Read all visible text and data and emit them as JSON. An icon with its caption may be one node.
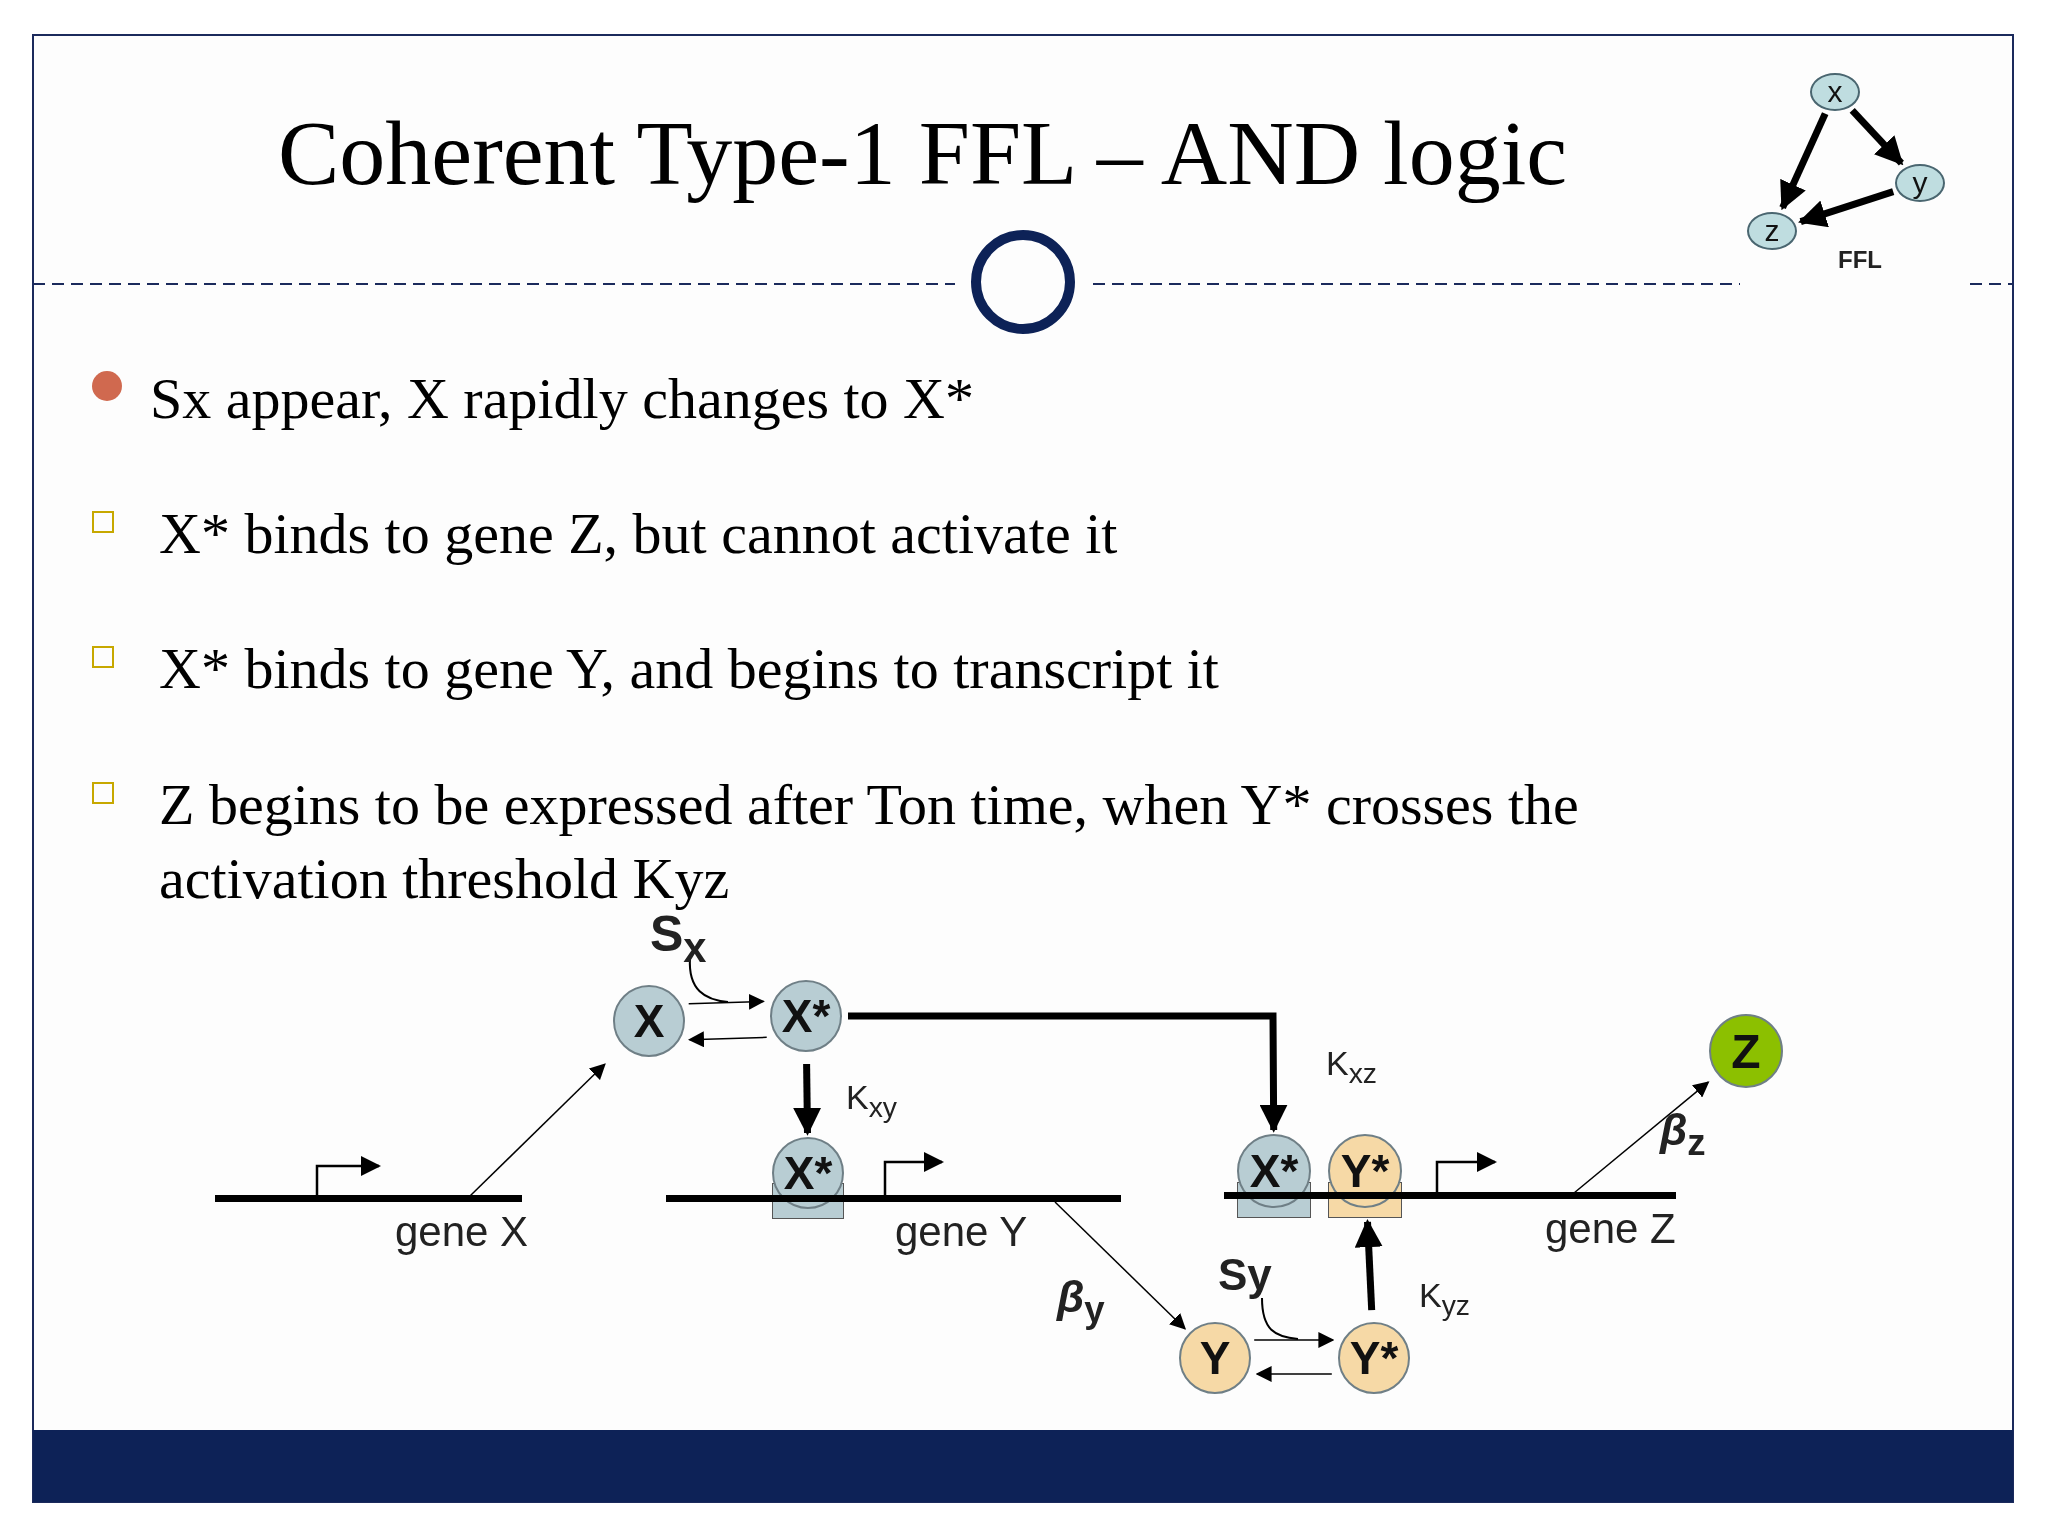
{
  "diagram": {
    "title": "Coherent Type-1 FFL – AND logic",
    "nodes": [
      {
        "text": [
          "x"
        ]
      },
      {
        "text": [
          "y"
        ]
      },
      {
        "text": [
          "z"
        ]
      },
      {
        "text": [
          "X"
        ]
      },
      {
        "text": [
          "X*"
        ]
      },
      {
        "text": [
          "X*"
        ]
      },
      {
        "text": [
          "gene X"
        ]
      },
      {
        "text": [
          "gene Y"
        ]
      },
      {
        "text": [
          "X*"
        ]
      },
      {
        "text": [
          "Y*"
        ]
      },
      {
        "text": [
          "gene Z"
        ]
      },
      {
        "text": [
          "Y"
        ]
      },
      {
        "text": [
          "Y*"
        ]
      },
      {
        "text": [
          "Z"
        ]
      }
    ],
    "edges": [
      {
        "from": 0,
        "to": 1,
        "arrow": "to",
        "style": "thick"
      },
      {
        "from": 0,
        "to": 2,
        "arrow": "to",
        "style": "thick"
      },
      {
        "from": 1,
        "to": 2,
        "arrow": "to",
        "style": "thick"
      },
      {
        "from": 3,
        "to": 4,
        "arrow": "to",
        "label": "S$_{x}$"
      },
      {
        "from": 4,
        "to": 3,
        "arrow": "to"
      },
      {
        "from": 4,
        "to": 5,
        "arrow": "to",
        "style": "thick",
        "label": "K$_{xy}$"
      },
      {
        "from": 4,
        "to": 8,
        "arrow": "to",
        "style": "thick",
        "label": "K$_{xz}$"
      },
      {
        "from": 6,
        "to": 3,
        "arrow": "to"
      },
      {
        "from": 7,
        "to": 11,
        "arrow": "to",
        "label": "*β*$_{y}$"
      },
      {
        "from": 11,
        "to": 12,
        "arrow": "to",
        "label": "Sy"
      },
      {
        "from": 12,
        "to": 11,
        "arrow": "to"
      },
      {
        "from": 12,
        "to": 9,
        "arrow": "to",
        "style": "thick",
        "label": "K$_{yz}$"
      },
      {
        "from": 10,
        "to": 13,
        "arrow": "to",
        "label": "*β*$_{z}$"
      }
    ],
    "labels": [
      "FFL",
      "Sx appear, X rapidly changes to X*",
      "X* binds to gene Z, but cannot activate it",
      "X* binds to gene Y, and begins to transcript it",
      "Z begins to be expressed after Ton time, when Y* crosses the activation threshold Kyz"
    ]
  }
}
